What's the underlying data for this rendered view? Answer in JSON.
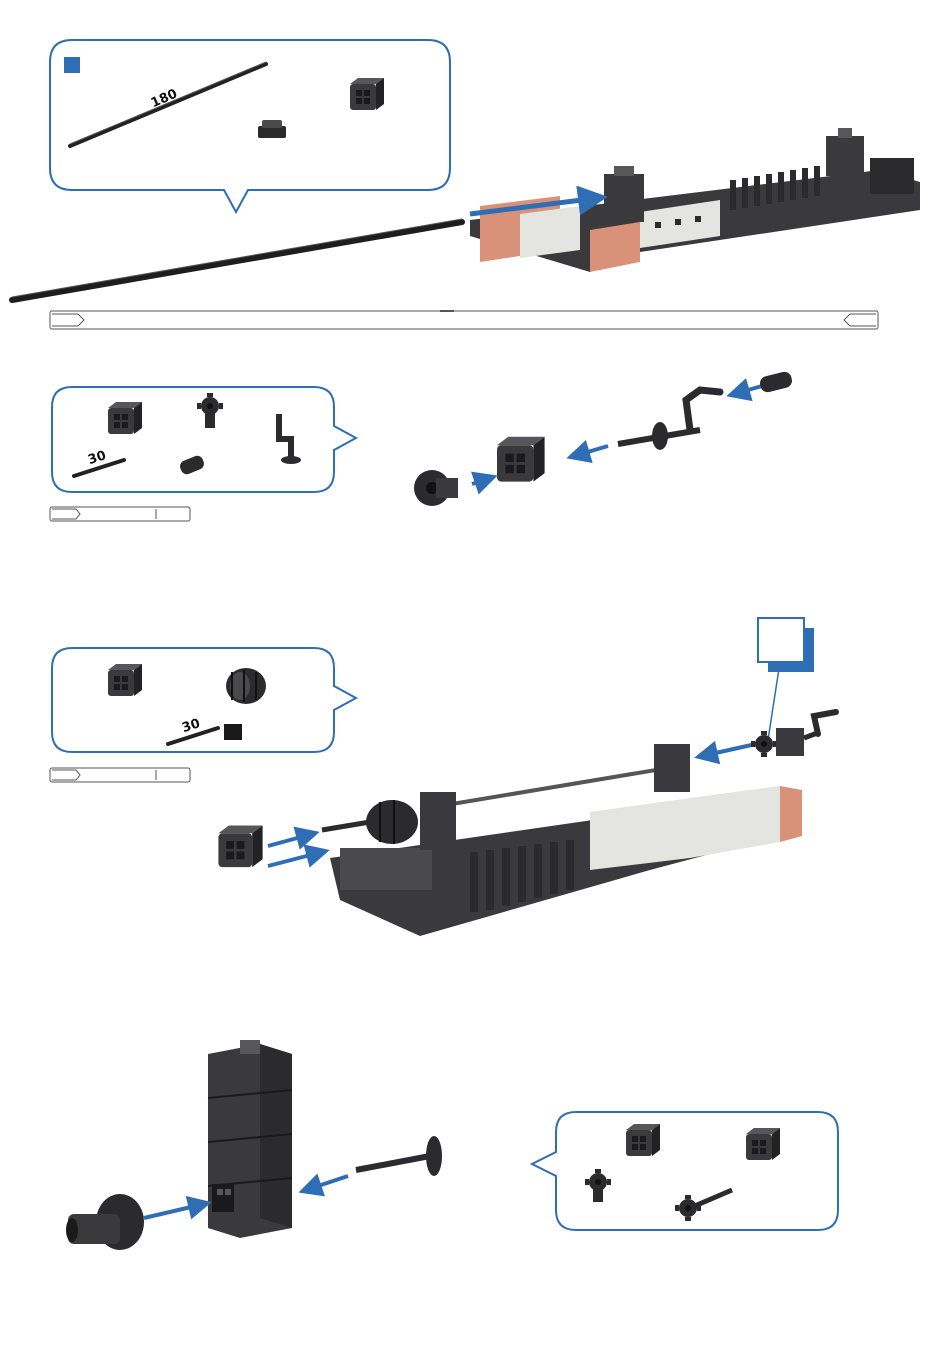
{
  "colors": {
    "bubble_border": "#2f6eb5",
    "arrow": "#2f6eb5",
    "part_dark": "#2b2b2d",
    "part_mid": "#4a4a4d",
    "part_light": "#d8d8d4",
    "part_orange": "#d9917a",
    "step_square": "#2f6eb5"
  },
  "step1": {
    "axle_length_label": "180"
  },
  "step2": {
    "axle_length_label": "30"
  },
  "step3": {
    "axle_length_label": "30"
  },
  "step4": {}
}
